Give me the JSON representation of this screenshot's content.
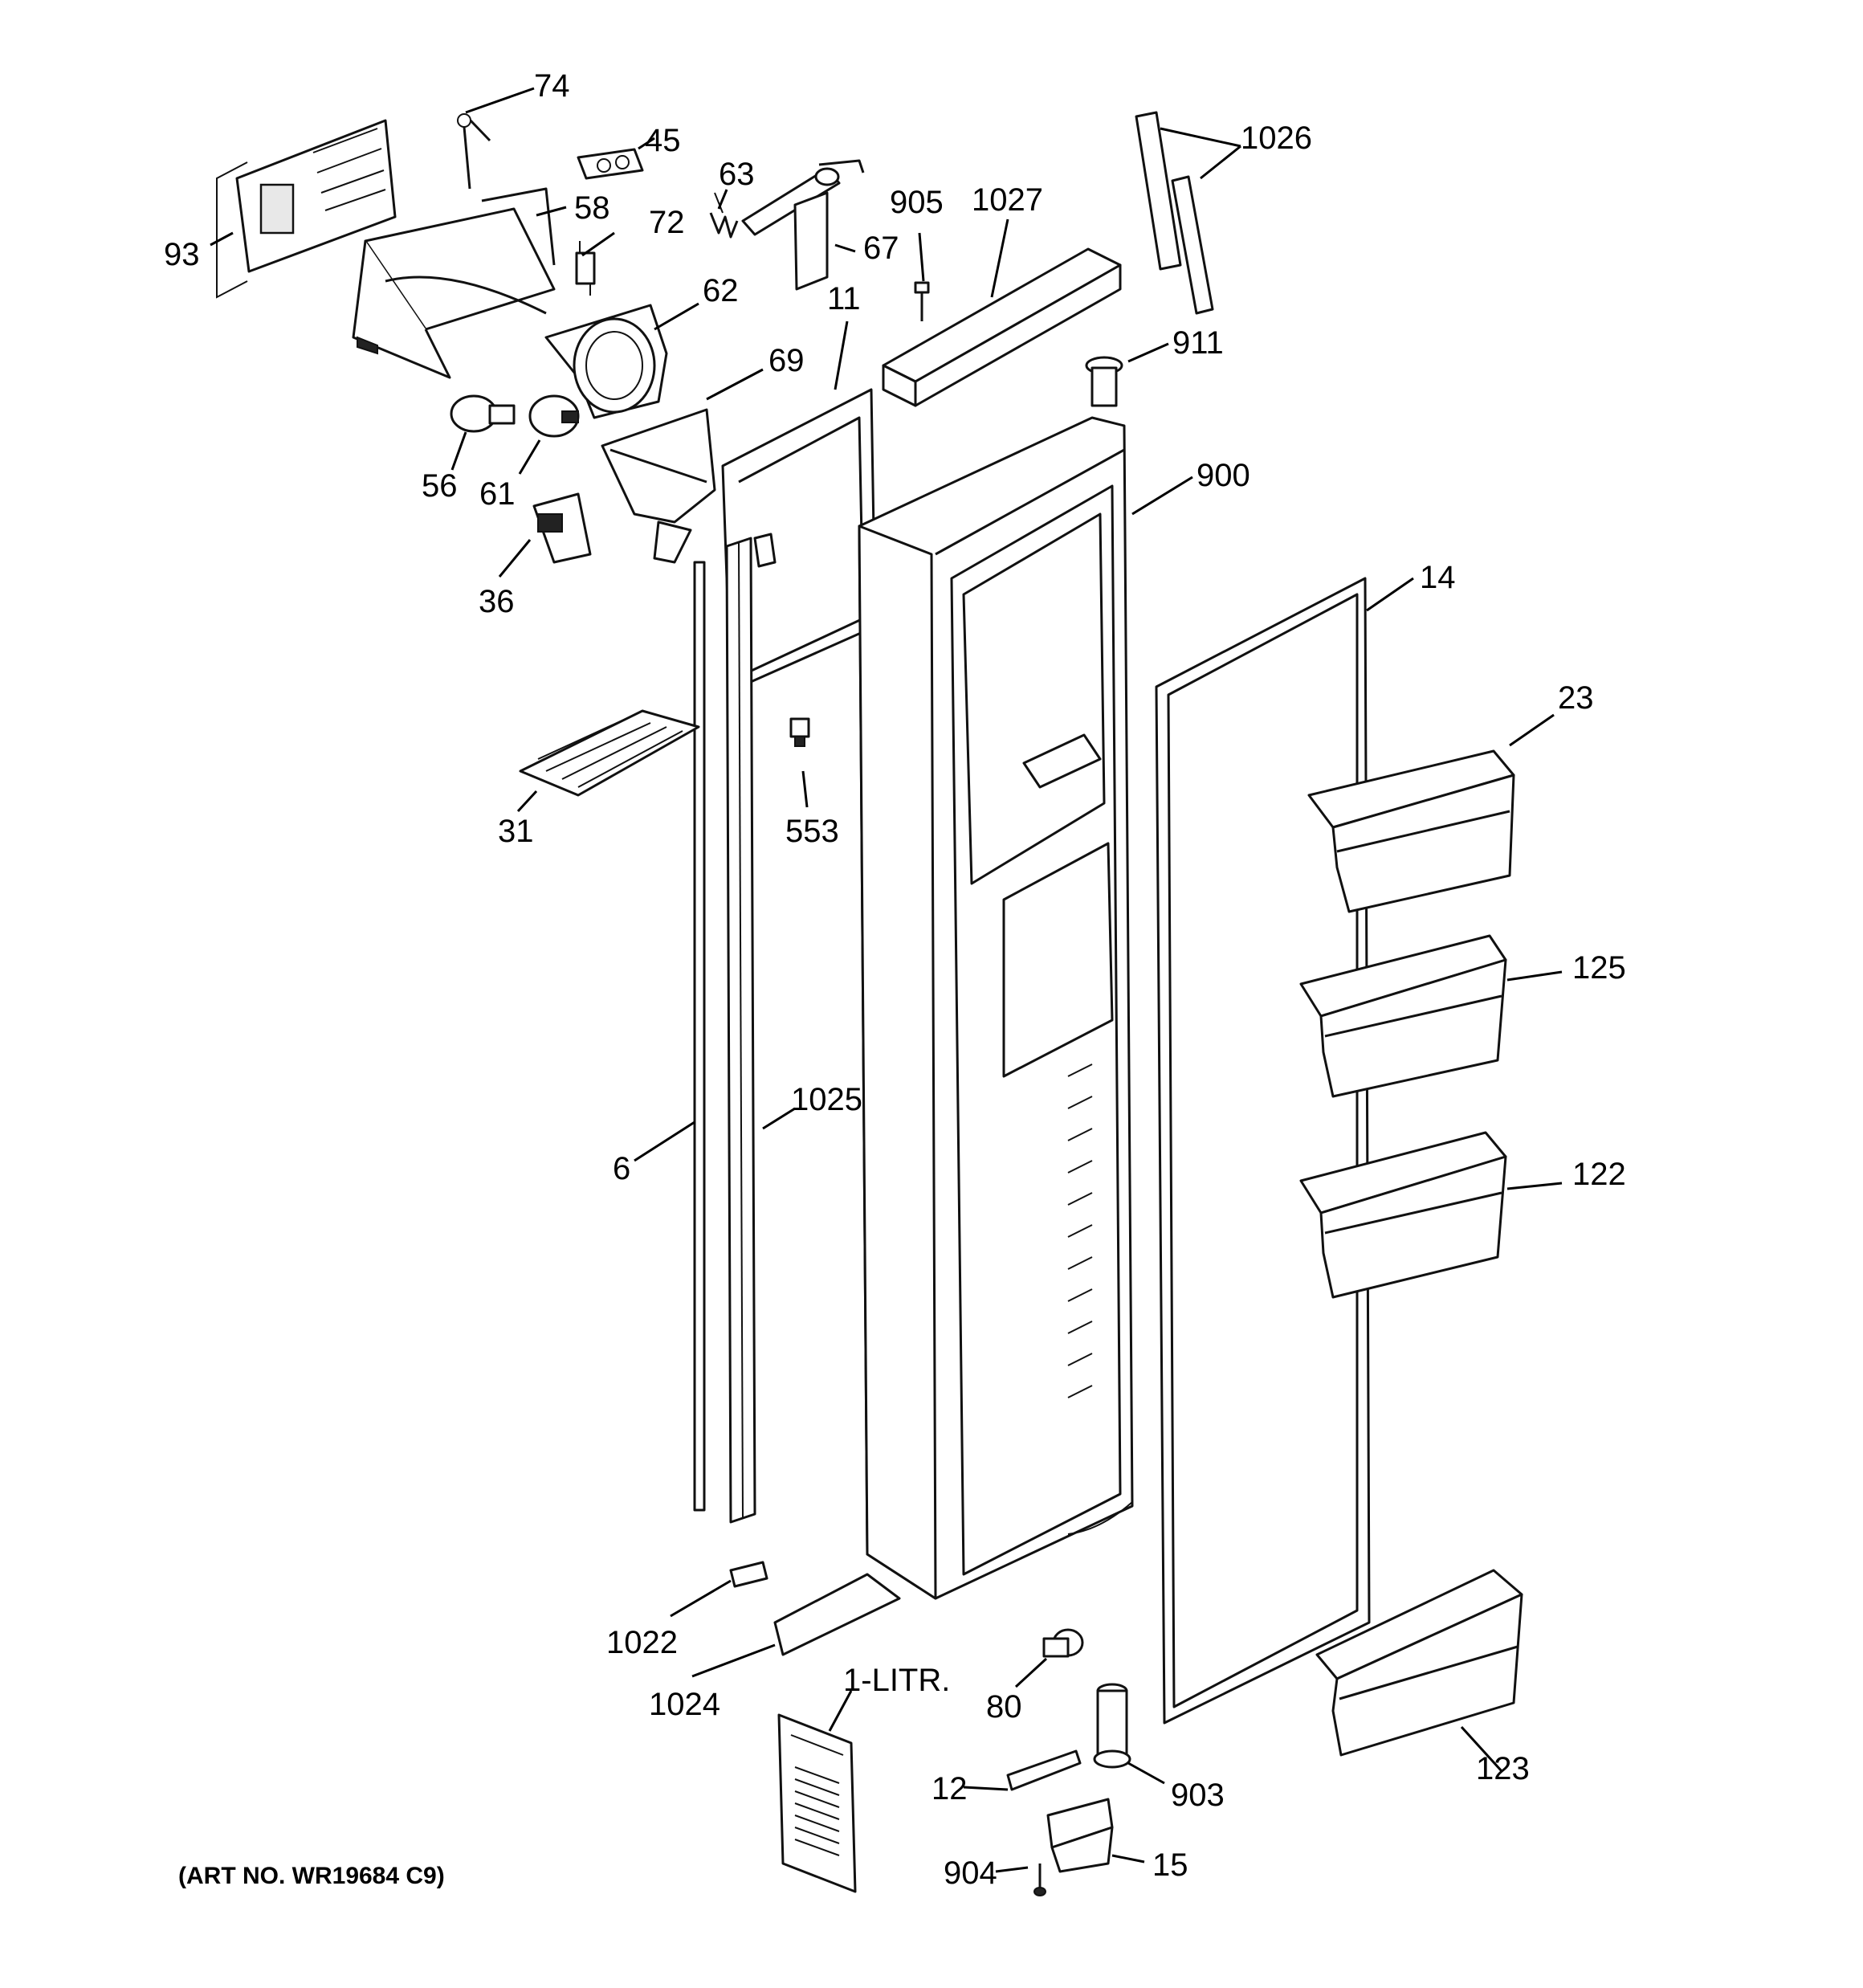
{
  "callouts": {
    "c74": "74",
    "c45": "45",
    "c93": "93",
    "c58": "58",
    "c72": "72",
    "c63": "63",
    "c67": "67",
    "c905": "905",
    "c1027": "1027",
    "c1026": "1026",
    "c62": "62",
    "c11": "11",
    "c911": "911",
    "c69": "69",
    "c56": "56",
    "c61": "61",
    "c900": "900",
    "c36": "36",
    "c14": "14",
    "c23": "23",
    "c31": "31",
    "c553": "553",
    "c125": "125",
    "c1025": "1025",
    "c6": "6",
    "c122": "122",
    "c1022": "1022",
    "c1024": "1024",
    "c1litr": "1-LITR.",
    "c80": "80",
    "c12": "12",
    "c903": "903",
    "c123": "123",
    "c904": "904",
    "c15": "15"
  },
  "caption": "(ART NO. WR19684 C9)"
}
